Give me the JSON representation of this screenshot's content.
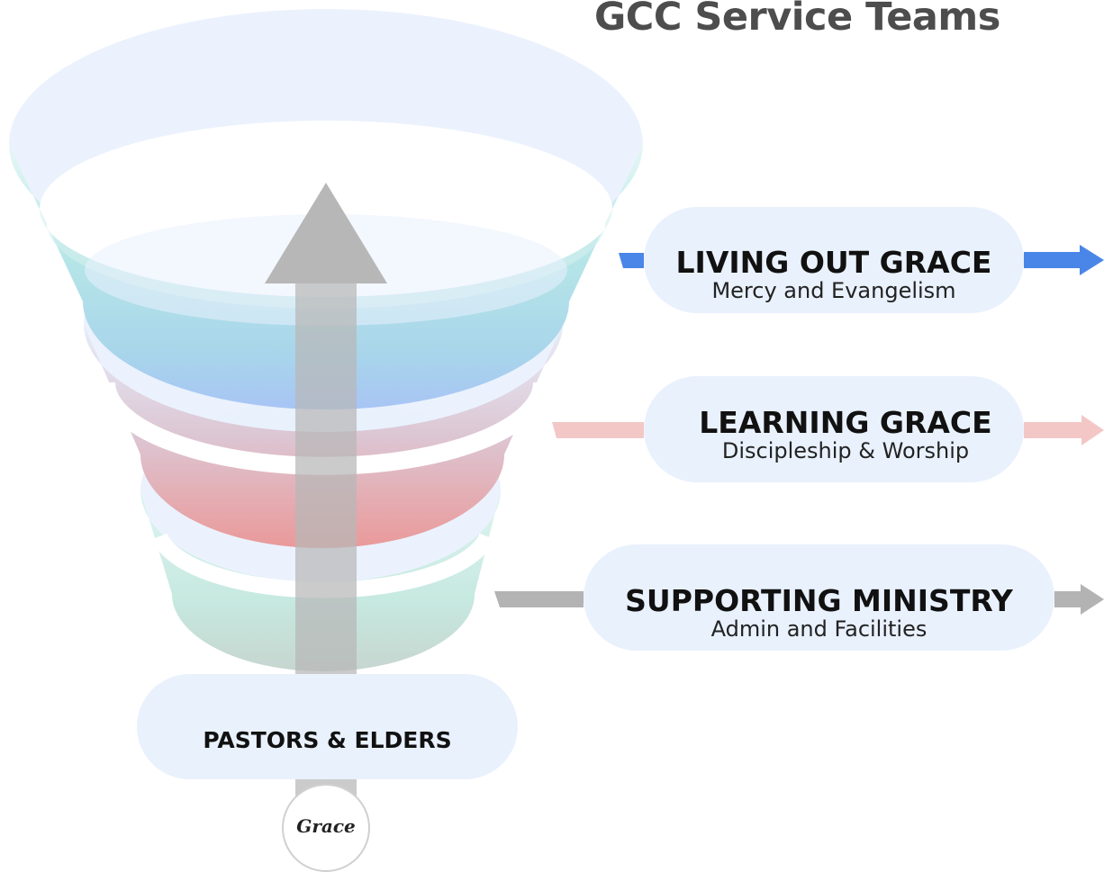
{
  "title": "GCC Service Teams",
  "tiers": [
    {
      "heading": "LIVING OUT GRACE",
      "subheading": "Mercy and Evangelism",
      "color": "#4a86e8"
    },
    {
      "heading": "LEARNING GRACE",
      "subheading": "Discipleship & Worship",
      "color": "#f4c7c7"
    },
    {
      "heading": "SUPPORTING MINISTRY",
      "subheading": "Admin and Facilities",
      "color": "#b3b3b3"
    }
  ],
  "base": {
    "label": "PASTORS & ELDERS"
  },
  "seal": {
    "label": "Grace"
  },
  "colors": {
    "pill_fill": "#e9f1fd",
    "funnel_top": "#a4c2f4",
    "funnel_mid": "#ea9999",
    "funnel_bottom": "#b6d7a8",
    "teal": "#b2e4e0",
    "central_arrow": "#b7b7b7",
    "title_text": "#4d4d4d"
  }
}
